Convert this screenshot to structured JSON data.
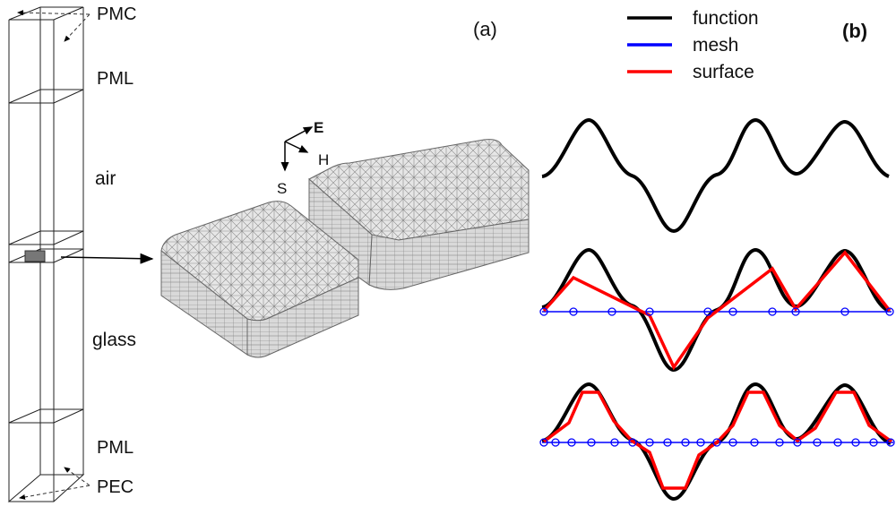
{
  "panel_a": {
    "tag": "(a)",
    "layers": {
      "pmc": "PMC",
      "pml_top": "PML",
      "air": "air",
      "glass": "glass",
      "pml_bottom": "PML",
      "pec": "PEC"
    },
    "axes": {
      "e": "E",
      "h": "H",
      "s": "S"
    }
  },
  "panel_b": {
    "tag": "(b)",
    "legend": [
      {
        "label": "function",
        "color": "#000000"
      },
      {
        "label": "mesh",
        "color": "#0000ff"
      },
      {
        "label": "surface",
        "color": "#ff0000"
      }
    ]
  }
}
